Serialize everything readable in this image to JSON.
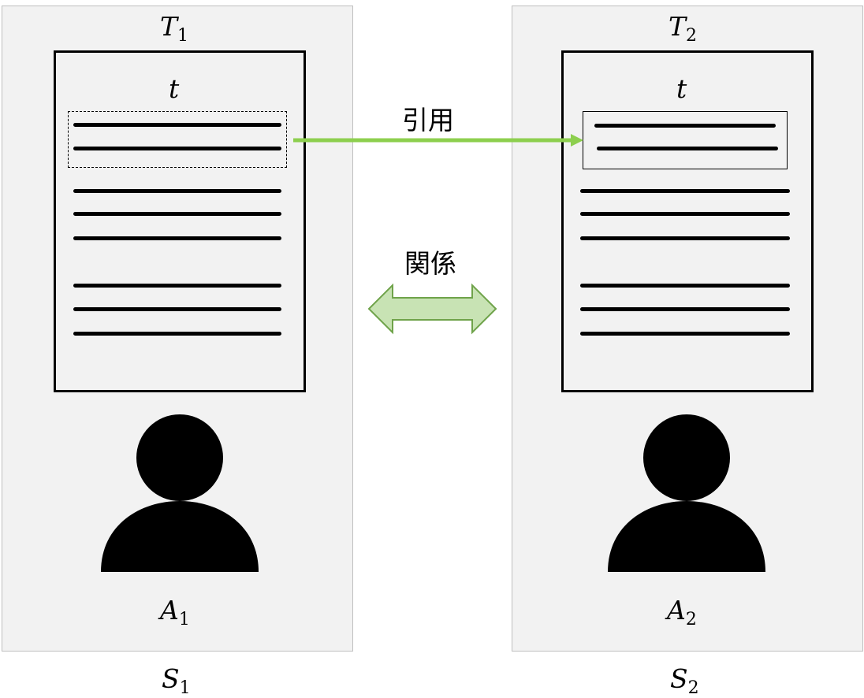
{
  "left": {
    "title": {
      "base": "T",
      "sub": "1"
    },
    "doc_label": "t",
    "author": {
      "base": "A",
      "sub": "1"
    },
    "section": {
      "base": "S",
      "sub": "1"
    }
  },
  "right": {
    "title": {
      "base": "T",
      "sub": "2"
    },
    "doc_label": "t",
    "author": {
      "base": "A",
      "sub": "2"
    },
    "section": {
      "base": "S",
      "sub": "2"
    }
  },
  "citation_label": "引用",
  "relation_label": "関係",
  "colors": {
    "citation_arrow": "#8dcf4e",
    "relation_fill": "#c8e3b4",
    "relation_stroke": "#6fa34a",
    "panel_bg": "#f2f2f2"
  }
}
